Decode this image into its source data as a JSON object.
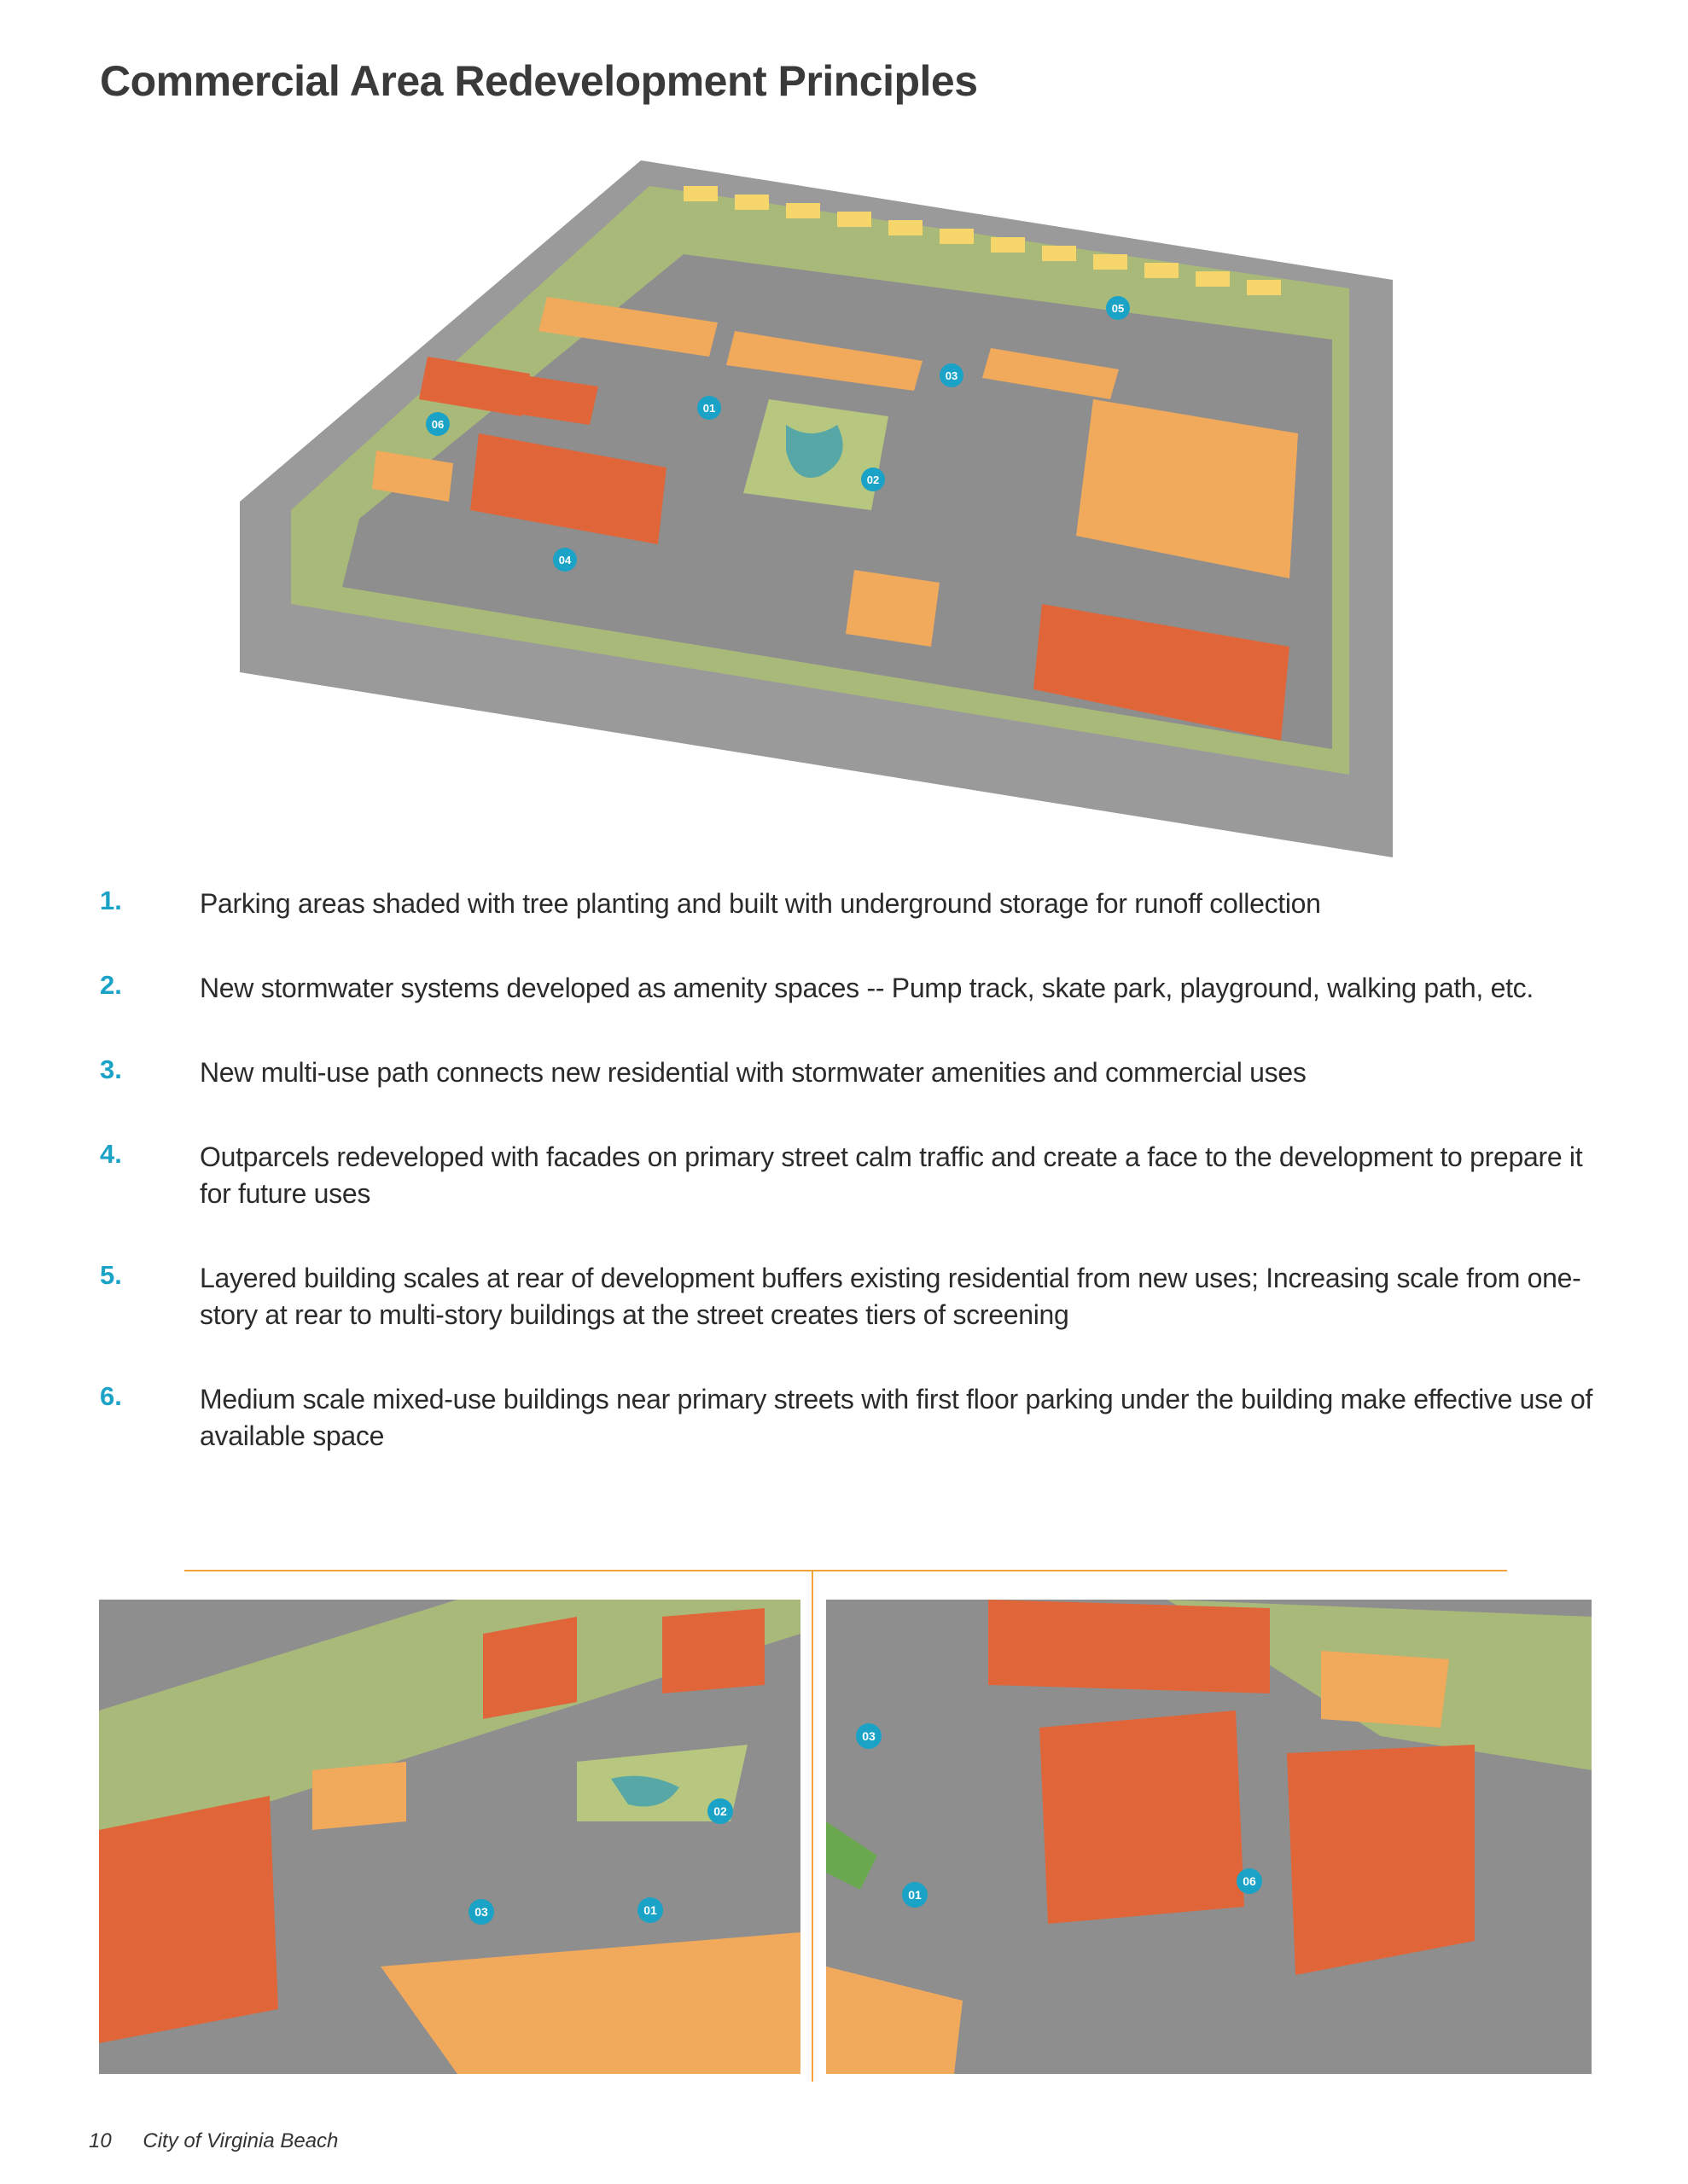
{
  "title": "Commercial Area Redevelopment Principles",
  "markers": [
    "01",
    "02",
    "03",
    "04",
    "05",
    "06"
  ],
  "principles": [
    {
      "num": "1.",
      "text": "Parking areas shaded with tree planting and built with underground storage for runoff collection"
    },
    {
      "num": "2.",
      "text": "New stormwater systems developed as amenity spaces -- Pump track, skate park, playground, walking path, etc."
    },
    {
      "num": "3.",
      "text": "New multi-use path connects new residential with stormwater amenities and commercial uses"
    },
    {
      "num": "4.",
      "text": "Outparcels redeveloped with facades on primary street calm traffic and create a face to the development to prepare it for future uses"
    },
    {
      "num": "5.",
      "text": "Layered building scales at rear of development buffers existing residential from new uses; Increasing scale from one-story at rear to multi-story buildings at the street creates tiers of screening"
    },
    {
      "num": "6.",
      "text": "Medium scale mixed-use buildings near primary streets with first floor parking under the building make effective use of available space"
    }
  ],
  "left_view_markers": [
    "02",
    "03",
    "01"
  ],
  "right_view_markers": [
    "03",
    "01",
    "06"
  ],
  "footer": {
    "page": "10",
    "publisher": "City of Virginia Beach"
  },
  "colors": {
    "accent": "#1aa3c6",
    "rule": "#f2a23a",
    "grass": "#a9b97a",
    "road": "#8a8a8a",
    "building_red": "#e0663a",
    "building_orange": "#f1a95c",
    "house_yellow": "#f6d66a"
  }
}
